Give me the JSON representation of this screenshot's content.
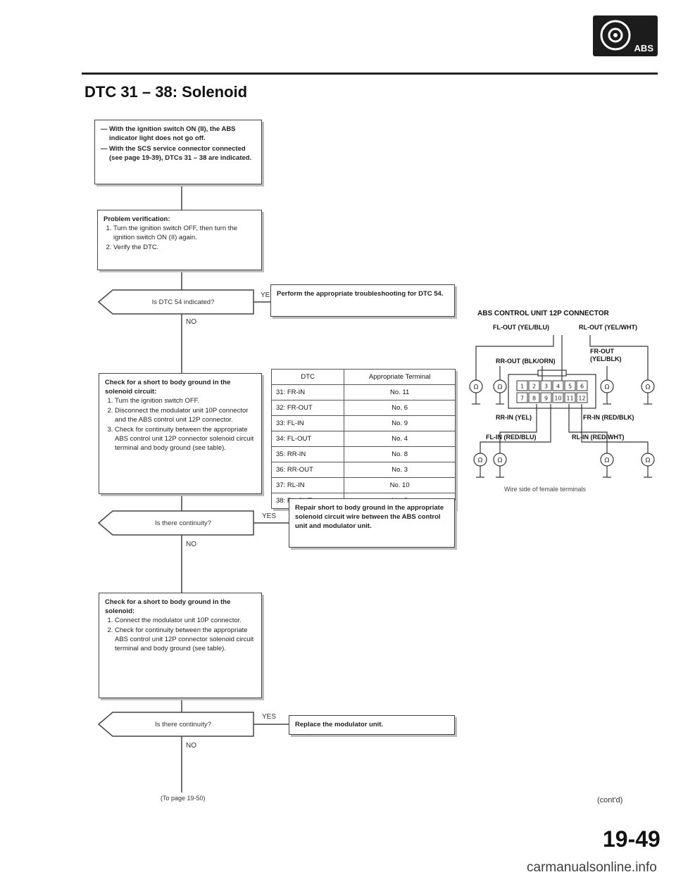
{
  "header": {
    "logo_text": "ABS",
    "title": "DTC 31 – 38: Solenoid"
  },
  "flow": {
    "condition_box": {
      "items": [
        "With the ignition switch ON (II), the ABS indicator light does not go off.",
        "With the SCS service connector connected (see page 19-39), DTCs 31 – 38 are indicated."
      ]
    },
    "verification_box": {
      "heading": "Problem verification:",
      "steps": [
        "Turn the ignition switch OFF, then turn the ignition switch ON (II) again.",
        "Verify the DTC."
      ]
    },
    "decision1": {
      "question": "Is DTC 54 indicated?",
      "yes": "YES",
      "no": "NO",
      "yes_action": "Perform the appropriate troubleshooting for DTC 54."
    },
    "check1_box": {
      "heading": "Check for a short to body ground in the solenoid circuit:",
      "steps": [
        "Turn the ignition switch OFF.",
        "Disconnect the modulator unit 10P connector and the ABS control unit 12P connector.",
        "Check for continuity between the appropriate ABS control unit 12P connector solenoid circuit terminal and body ground (see table)."
      ]
    },
    "decision2": {
      "question": "Is there continuity?",
      "yes": "YES",
      "no": "NO",
      "yes_action": "Repair short to body ground in the appropriate solenoid circuit wire between the ABS control unit and modulator unit."
    },
    "check2_box": {
      "heading": "Check for a short to body ground in the solenoid:",
      "steps": [
        "Connect the modulator unit 10P connector.",
        "Check for continuity between the appropriate ABS control unit 12P connector solenoid circuit terminal and body ground (see table)."
      ]
    },
    "decision3": {
      "question": "Is there continuity?",
      "yes": "YES",
      "no": "NO",
      "yes_action": "Replace the modulator unit."
    },
    "footer_ref": "(To page 19-50)"
  },
  "dtc_table": {
    "headers": [
      "DTC",
      "Appropriate Terminal"
    ],
    "rows": [
      [
        "31: FR-IN",
        "No. 11"
      ],
      [
        "32: FR-OUT",
        "No. 6"
      ],
      [
        "33: FL-IN",
        "No. 9"
      ],
      [
        "34: FL-OUT",
        "No. 4"
      ],
      [
        "35: RR-IN",
        "No. 8"
      ],
      [
        "36: RR-OUT",
        "No. 3"
      ],
      [
        "37: RL-IN",
        "No. 10"
      ],
      [
        "38: RL-OUT",
        "No. 5"
      ]
    ]
  },
  "connector": {
    "title": "ABS CONTROL UNIT 12P CONNECTOR",
    "labels": {
      "fl_out": "FL-OUT (YEL/BLU)",
      "rl_out": "RL-OUT (YEL/WHT)",
      "rr_out": "RR-OUT (BLK/ORN)",
      "fr_out": "FR-OUT (YEL/BLK)",
      "rr_in": "RR-IN (YEL)",
      "fr_in": "FR-IN (RED/BLK)",
      "fl_in": "FL-IN (RED/BLU)",
      "rl_in": "RL-IN (RED/WHT)"
    },
    "terminals_top": [
      "1",
      "2",
      "3",
      "4",
      "5",
      "6"
    ],
    "terminals_bottom": [
      "7",
      "8",
      "9",
      "10",
      "11",
      "12"
    ],
    "ohm_symbol": "Ω",
    "caption": "Wire side of female terminals"
  },
  "footer": {
    "contd": "(cont'd)",
    "page_number": "19-49",
    "watermark": "carmanualsonline.info"
  }
}
